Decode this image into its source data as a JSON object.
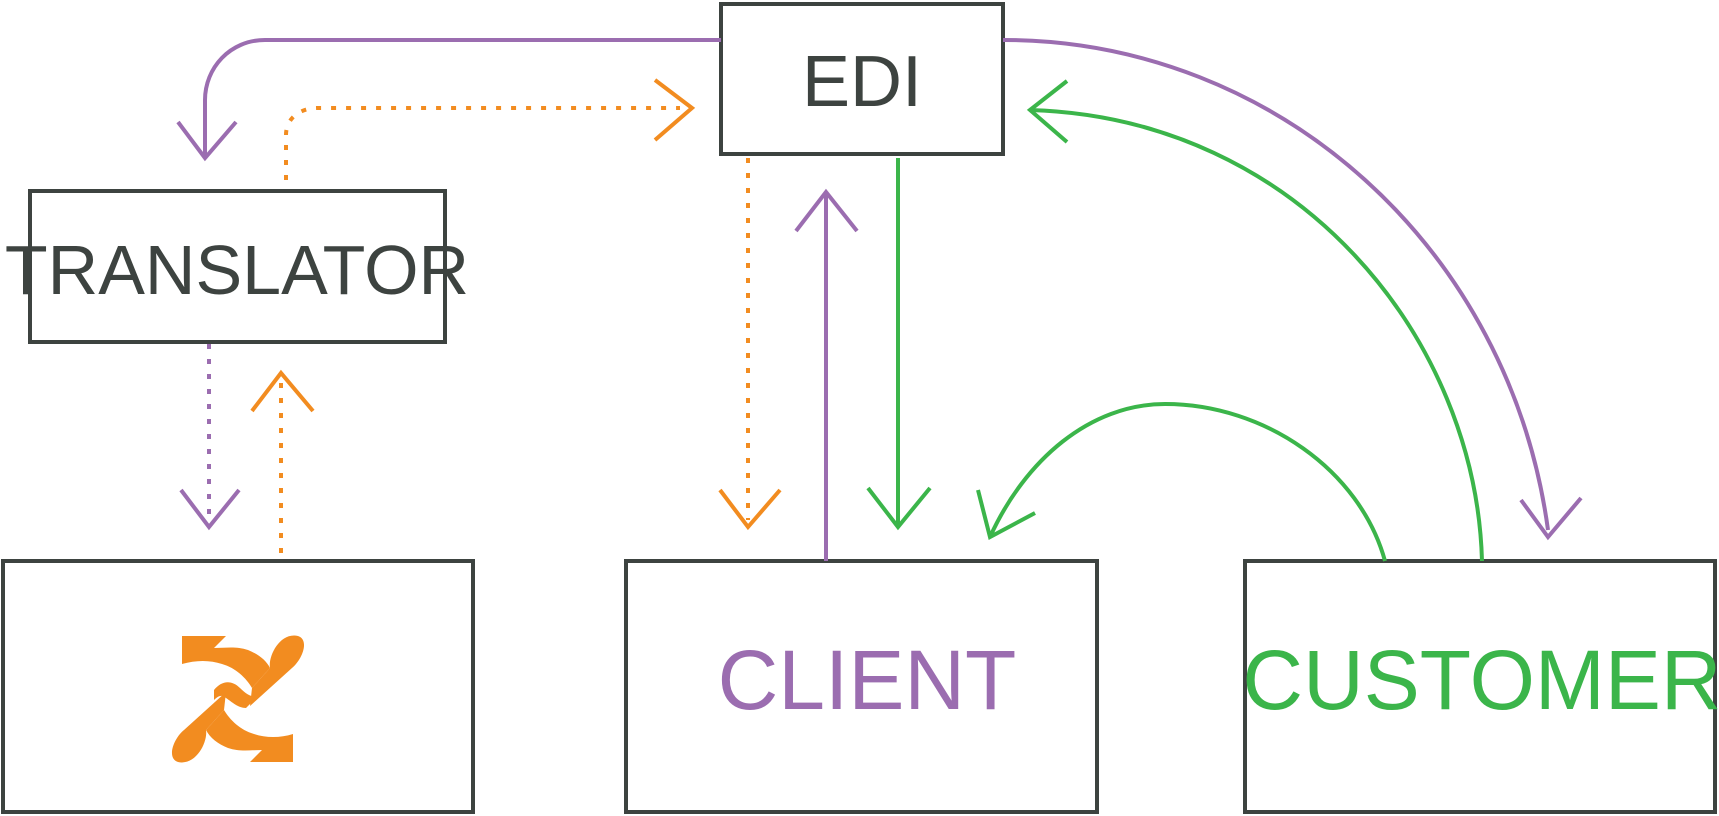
{
  "colors": {
    "box_border": "#3d4340",
    "text_dark": "#3d4340",
    "purple": "#9b6db0",
    "green": "#3bb54a",
    "orange": "#f28c20"
  },
  "boxes": {
    "edi": {
      "label": "EDI"
    },
    "translator": {
      "label": "TRANSLATOR"
    },
    "logo_box": {
      "icon": "sync-arrows-logo-icon"
    },
    "client": {
      "label": "CLIENT"
    },
    "customer": {
      "label": "CUSTOMER"
    }
  }
}
